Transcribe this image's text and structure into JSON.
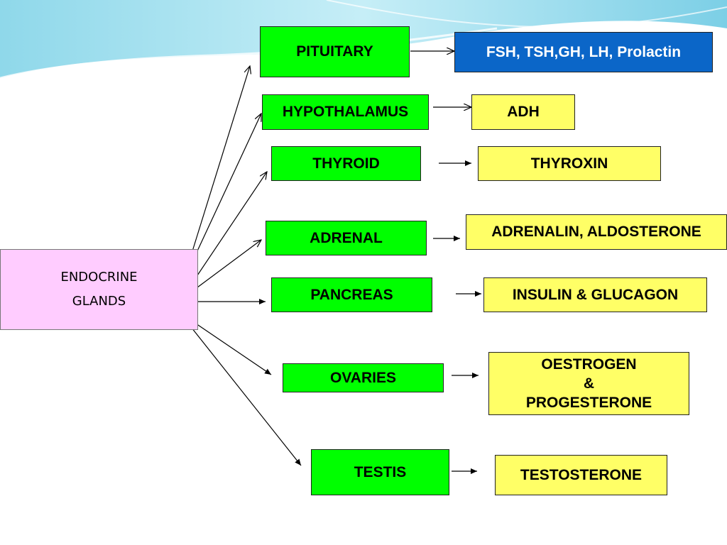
{
  "source": {
    "line1": "ENDOCRINE",
    "line2": "GLANDS"
  },
  "glands": [
    {
      "label": "PITUITARY",
      "hormone": "FSH, TSH,GH, LH, Prolactin"
    },
    {
      "label": "HYPOTHALAMUS",
      "hormone": "ADH"
    },
    {
      "label": "THYROID",
      "hormone": "THYROXIN"
    },
    {
      "label": "ADRENAL",
      "hormone": "ADRENALIN, ALDOSTERONE"
    },
    {
      "label": "PANCREAS",
      "hormone": "INSULIN & GLUCAGON"
    },
    {
      "label": "OVARIES",
      "hormone_lines": [
        "OESTROGEN",
        "&",
        "PROGESTERONE"
      ]
    },
    {
      "label": "TESTIS",
      "hormone": "TESTOSTERONE"
    }
  ],
  "colors": {
    "gland_fill": "#00ff00",
    "hormone_fill": "#ffff66",
    "pituitary_hormone_fill": "#0b66c8",
    "source_fill": "#ffccff"
  }
}
